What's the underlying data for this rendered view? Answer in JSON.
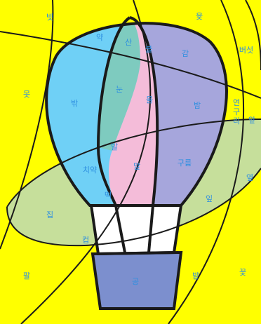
{
  "colors": {
    "background": "#ffff00",
    "sky_blue": "#6fd0f6",
    "teal": "#7ecbbf",
    "pink": "#f4bcd9",
    "lavender": "#a6a6dc",
    "leaf_green": "#c6df9b",
    "basket_white": "#ffffff",
    "basket_blue": "#7c8fce",
    "outline": "#1a1a1a",
    "label_text": "#2e8fe0"
  },
  "labels": {
    "bit": "빗",
    "yut": "윷",
    "yak": "약",
    "san": "산",
    "bul": "불",
    "gam": "감",
    "beoseot": "버섯",
    "mot": "못",
    "bak": "밖",
    "nun": "눈",
    "mul": "물",
    "bam": "밤",
    "yeonggul": "연구리",
    "ap": "앞",
    "bal": "발",
    "chiyak": "치약",
    "mal": "말",
    "gureum": "구름",
    "yeop": "옆",
    "tteok": "떡",
    "ip": "잎",
    "jip": "집",
    "keop": "컵",
    "pal": "팔",
    "gong": "공",
    "bat": "밭",
    "kkot": "꽃"
  },
  "regions": [
    {
      "id": "region-background",
      "fill": "background"
    },
    {
      "id": "region-leaf",
      "fill": "leaf_green"
    },
    {
      "id": "region-balloon-left",
      "fill": "sky_blue"
    },
    {
      "id": "region-balloon-teal",
      "fill": "teal"
    },
    {
      "id": "region-balloon-pink",
      "fill": "pink"
    },
    {
      "id": "region-balloon-right",
      "fill": "lavender"
    },
    {
      "id": "region-basket-white",
      "fill": "basket_white"
    },
    {
      "id": "region-basket-body",
      "fill": "basket_blue"
    }
  ]
}
